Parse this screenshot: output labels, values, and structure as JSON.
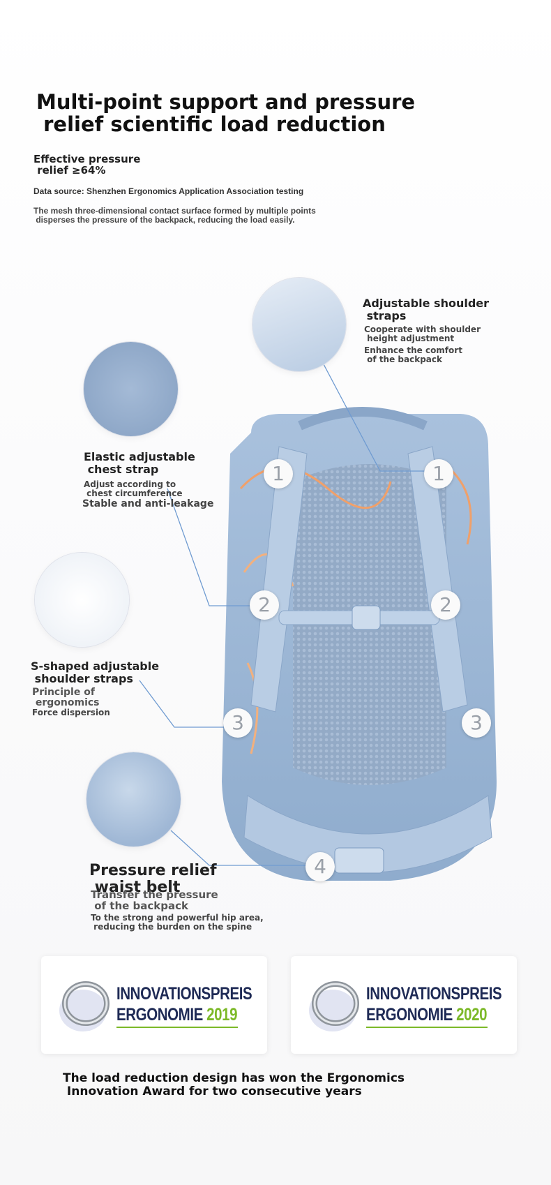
{
  "header": {
    "title": "Multi-point support and pressure\n relief scientific load reduction",
    "stat": "Effective pressure\n relief ≥64%",
    "source": "Data source: Shenzhen Ergonomics Application Association testing",
    "description": "The mesh three-dimensional contact surface formed by multiple points\n disperses the pressure of the backpack, reducing the load easily."
  },
  "features": [
    {
      "number": "1",
      "title": "Adjustable shoulder\n straps",
      "lines": [
        "Cooperate with shoulder\n height adjustment",
        "Enhance the comfort\n of the backpack"
      ]
    },
    {
      "number": "2",
      "title": "Elastic adjustable\n chest strap",
      "lines": [
        "Adjust according to\n chest circumference",
        "Stable and anti-leakage"
      ]
    },
    {
      "number": "3",
      "title": "S-shaped adjustable\n shoulder straps",
      "lines": [
        "Principle of\n ergonomics",
        "Force dispersion"
      ]
    },
    {
      "number": "4",
      "title": "Pressure relief\n waist belt",
      "lines": [
        "Transfer the pressure\n of the backpack",
        "To the strong and powerful hip area,\n reducing the burden on the spine"
      ]
    }
  ],
  "awards": [
    {
      "line1": "INNOVATIONSPREIS",
      "line2": "ERGONOMIE",
      "year": "2019"
    },
    {
      "line1": "INNOVATIONSPREIS",
      "line2": "ERGONOMIE",
      "year": "2020"
    }
  ],
  "footer": "The load reduction design has won the Ergonomics\n Innovation Award for two consecutive years",
  "colors": {
    "accent": "#7cb928",
    "award_text": "#1e2a55",
    "backpack": "#9db7d6",
    "leader_line": "#6f9bd1"
  }
}
